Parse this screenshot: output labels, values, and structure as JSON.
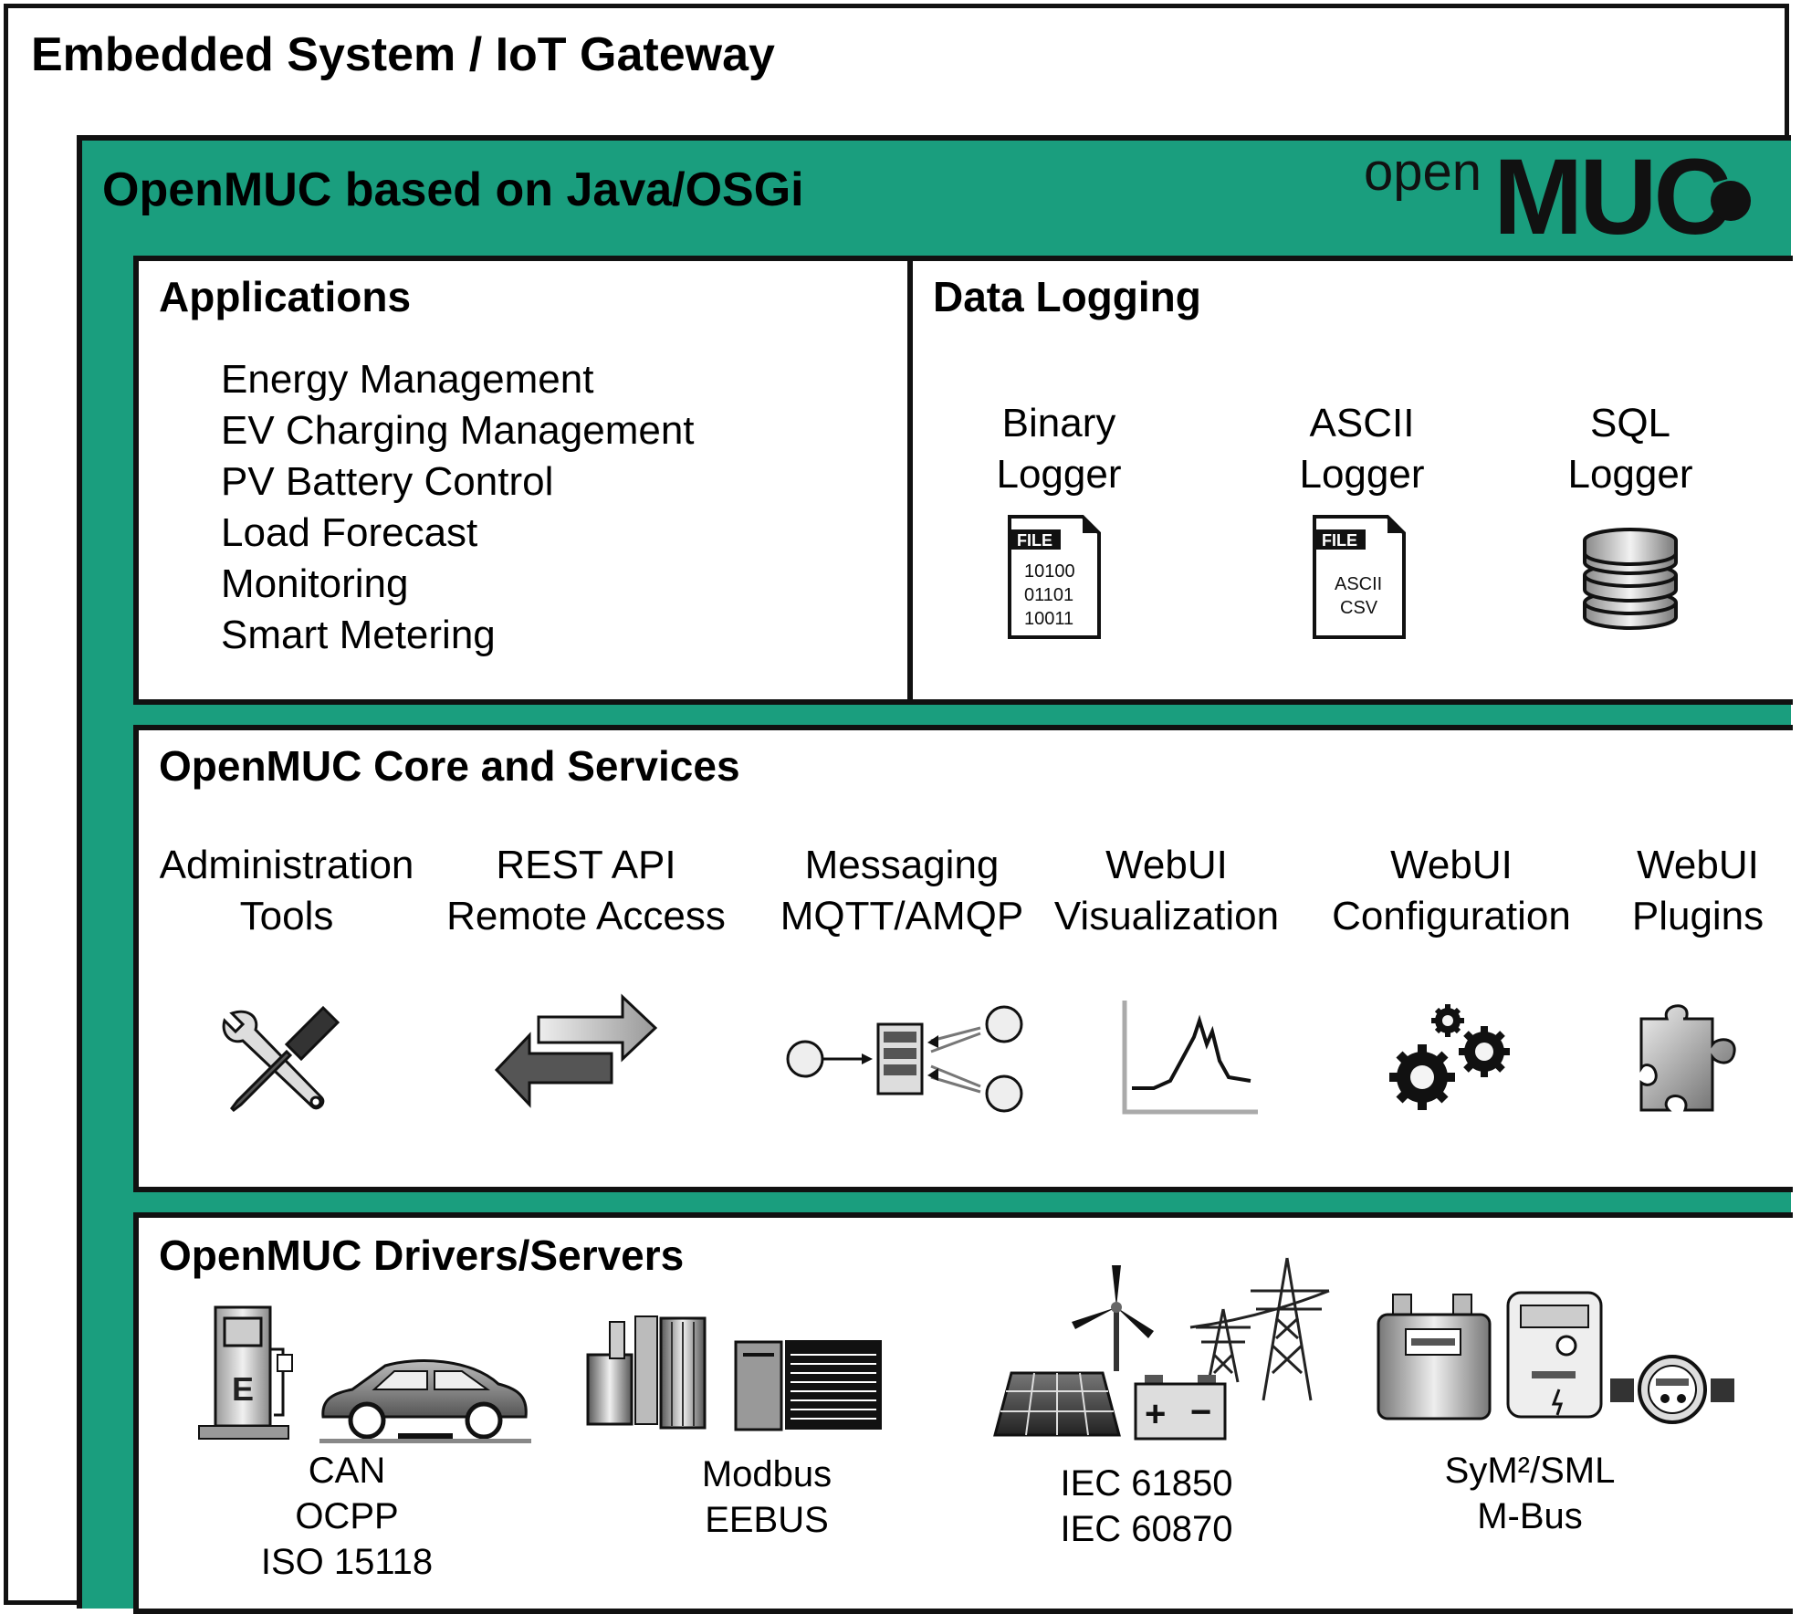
{
  "outer": {
    "title": "Embedded System / IoT Gateway"
  },
  "platform": {
    "title": "OpenMUC based on Java/OSGi",
    "logo": {
      "prefix": "open",
      "main": "MUC"
    }
  },
  "applications": {
    "title": "Applications",
    "items": [
      "Energy Management",
      "EV Charging Management",
      "PV Battery Control",
      "Load Forecast",
      "Monitoring",
      "Smart Metering"
    ]
  },
  "data_logging": {
    "title": "Data Logging",
    "loggers": [
      {
        "line1": "Binary",
        "line2": "Logger",
        "icon": "binary-file-icon",
        "badge": "FILE",
        "content": [
          "10100",
          "01101",
          "10011"
        ]
      },
      {
        "line1": "ASCII",
        "line2": "Logger",
        "icon": "ascii-file-icon",
        "badge": "FILE",
        "content": [
          "ASCII",
          "CSV"
        ]
      },
      {
        "line1": "SQL",
        "line2": "Logger",
        "icon": "database-icon"
      }
    ]
  },
  "core": {
    "title": "OpenMUC Core and Services",
    "services": [
      {
        "line1": "Administration",
        "line2": "Tools",
        "icon": "tools-icon"
      },
      {
        "line1": "REST API",
        "line2": "Remote Access",
        "icon": "exchange-arrows-icon"
      },
      {
        "line1": "Messaging",
        "line2": "MQTT/AMQP",
        "icon": "message-queue-icon"
      },
      {
        "line1": "WebUI",
        "line2": "Visualization",
        "icon": "line-graph-icon"
      },
      {
        "line1": "WebUI",
        "line2": "Configuration",
        "icon": "gears-icon"
      },
      {
        "line1": "WebUI",
        "line2": "Plugins",
        "icon": "puzzle-piece-icon"
      }
    ]
  },
  "drivers": {
    "title": "OpenMUC Drivers/Servers",
    "groups": [
      {
        "lines": [
          "CAN",
          "OCPP",
          "ISO 15118"
        ],
        "icons": [
          "charging-station-icon",
          "electric-car-icon"
        ],
        "station_label": "E"
      },
      {
        "lines": [
          "Modbus",
          "EEBUS"
        ],
        "icons": [
          "heat-pump-icon",
          "heating-unit-icon"
        ]
      },
      {
        "lines": [
          "IEC 61850",
          "IEC 60870"
        ],
        "icons": [
          "wind-turbine-icon",
          "power-pylon-icon",
          "solar-panel-icon",
          "battery-icon"
        ],
        "battery_labels": [
          "+",
          "−"
        ]
      },
      {
        "lines": [
          "SyM²/SML",
          "M-Bus"
        ],
        "icons": [
          "gas-meter-icon",
          "electricity-meter-icon",
          "water-meter-icon"
        ]
      }
    ]
  },
  "colors": {
    "teal": "#1a9e7e",
    "border": "#111111",
    "logo": "#111111"
  }
}
